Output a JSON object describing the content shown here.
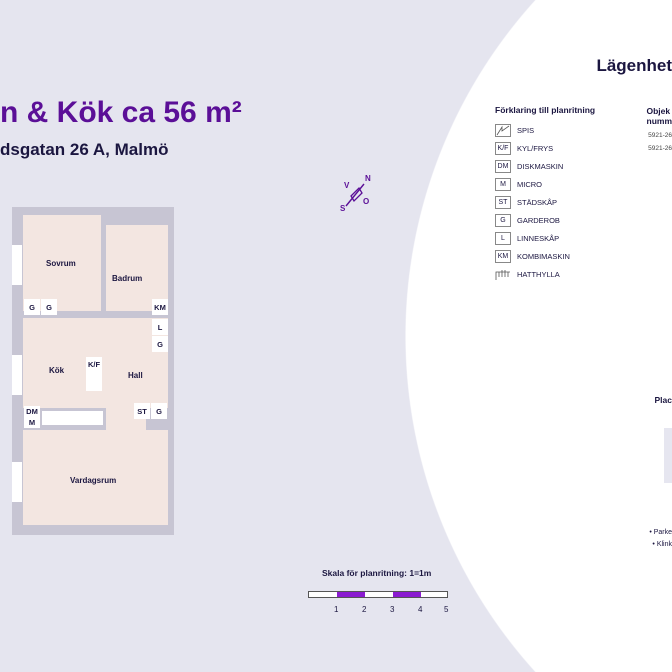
{
  "header": {
    "title": "n & Kök ca 56 m²",
    "address": "dsgatan 26 A, Malmö",
    "right_title": "Lägenhet"
  },
  "plan": {
    "rooms": {
      "sovrum": "Sovrum",
      "badrum": "Badrum",
      "kok": "Kök",
      "hall": "Hall",
      "vardagsrum": "Vardagsrum"
    },
    "fixtures": {
      "g1": "G",
      "g2": "G",
      "km": "KM",
      "l": "L",
      "g3": "G",
      "kf": "K/F",
      "dm": "DM",
      "m": "M",
      "st": "ST",
      "g4": "G"
    }
  },
  "compass": {
    "n": "N",
    "s": "S",
    "v": "V",
    "o": "O"
  },
  "legend": {
    "title": "Förklaring till planritning",
    "items": [
      {
        "code": "",
        "label": "SPIS",
        "icon": "stove-icon"
      },
      {
        "code": "K/F",
        "label": "KYL/FRYS"
      },
      {
        "code": "DM",
        "label": "DISKMASKIN"
      },
      {
        "code": "M",
        "label": "MICRO"
      },
      {
        "code": "ST",
        "label": "STÄDSKÅP"
      },
      {
        "code": "G",
        "label": "GARDEROB"
      },
      {
        "code": "L",
        "label": "LINNESKÅP"
      },
      {
        "code": "KM",
        "label": "KOMBIMASKIN"
      },
      {
        "code": "",
        "label": "HATTHYLLA",
        "icon": "hat-shelf-icon"
      }
    ]
  },
  "object": {
    "title_line1": "Objek",
    "title_line2": "numm",
    "numbers": [
      "5921-26",
      "5921-26"
    ]
  },
  "placement": {
    "title": "Plac",
    "notes": [
      "• Parke",
      "• Klink"
    ]
  },
  "scale": {
    "title": "Skala för planritning: 1=1m",
    "ticks": [
      "1",
      "2",
      "3",
      "4",
      "5"
    ],
    "accent": "#8a1bd0"
  },
  "colors": {
    "brand": "#5b0f97",
    "floor": "#f3e6e1",
    "background": "#e5e5ef"
  }
}
